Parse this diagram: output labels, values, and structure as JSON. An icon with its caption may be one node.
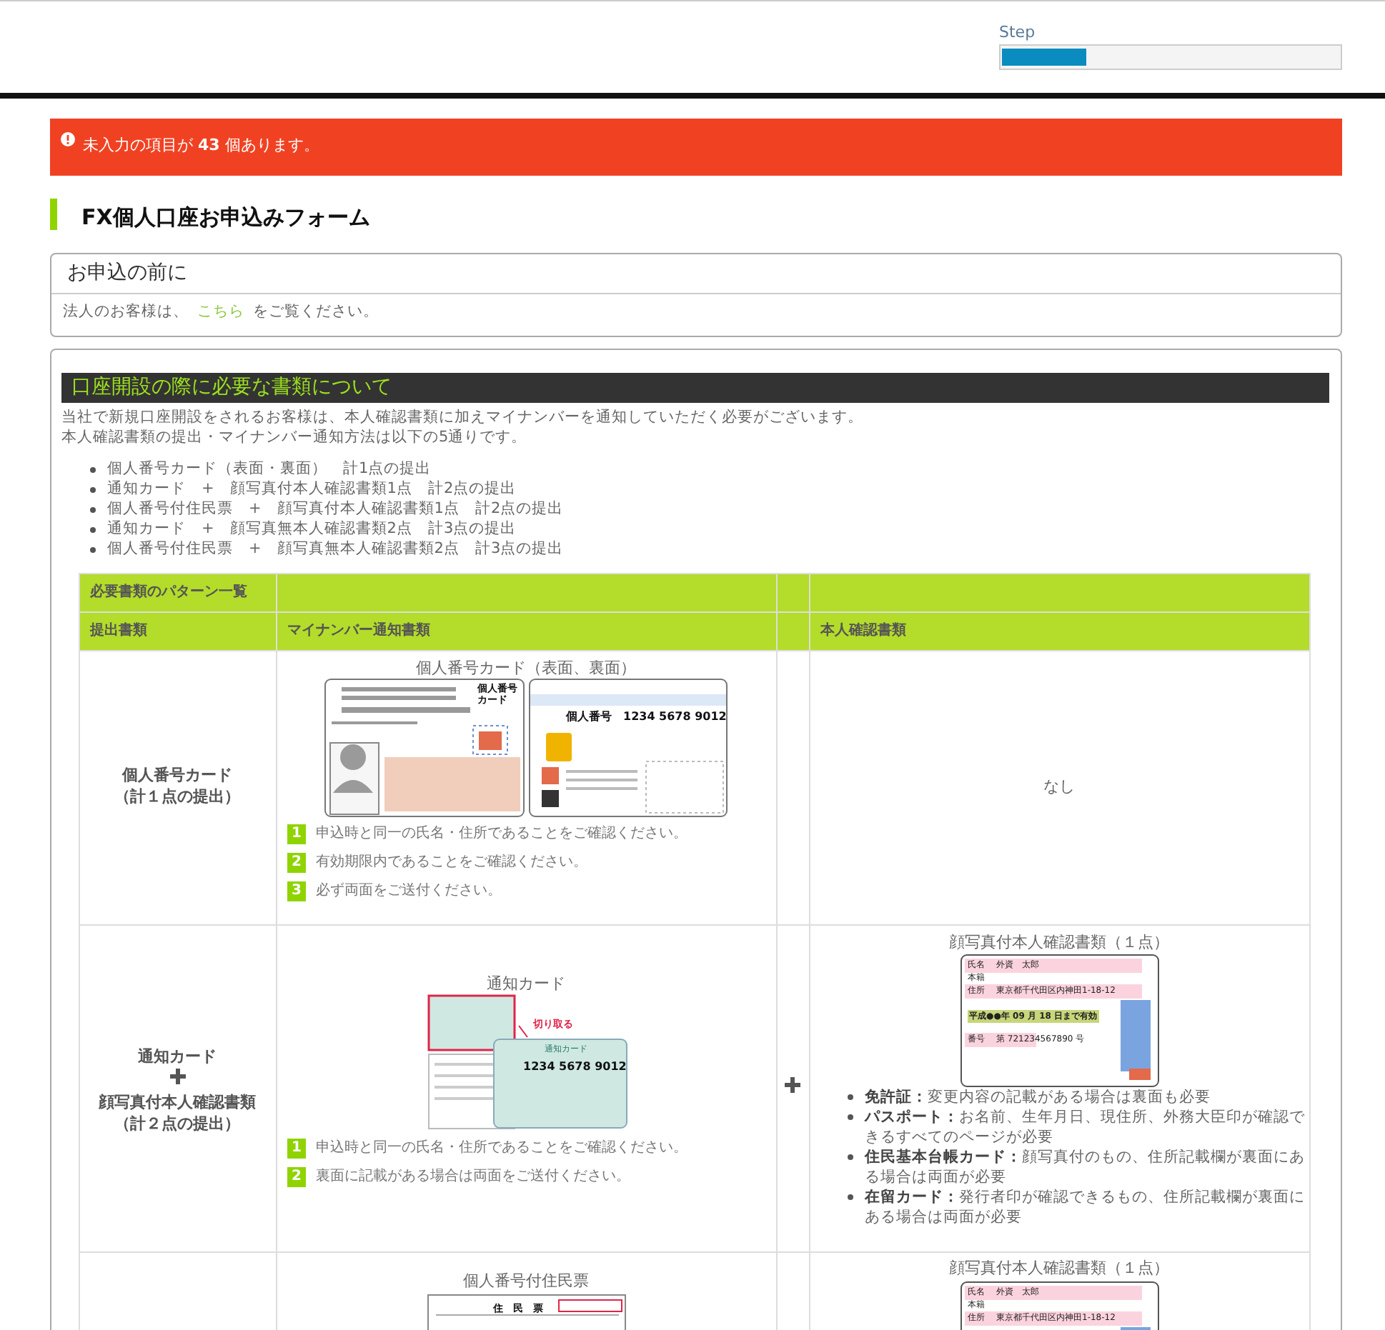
{
  "diagram": {
    "title": "FX個人口座お申込みフォーム",
    "labels": [
      "Step",
      "未入力の項目が **43** 個あります。",
      "お申込の前に",
      "法人のお客様は、",
      "こちら",
      "をご覧ください。",
      "口座開設の際に必要な書類について",
      "当社で新規口座開設をされるお客様は、本人確認書類に加えマイナンバーを通知していただく必要がございます。",
      "本人確認書類の提出・マイナンバー通知方法は以下の5通りです。",
      "個人番号カード（表面・裏面）　計1点の提出",
      "通知カード　+　顔写真付本人確認書類1点　計2点の提出",
      "個人番号付住民票　+　顔写真付本人確認書類1点　計2点の提出",
      "通知カード　+　顔写真無本人確認書類2点　計3点の提出",
      "個人番号付住民票　+　顔写真無本人確認書類2点　計3点の提出",
      "必要書類のパターン一覧",
      "提出書類",
      "マイナンバー通知書類",
      "本人確認書類",
      "個人番号カード",
      "（計１点の提出）",
      "個人番号カード（表面、裏面）",
      "個人番号カード",
      "個人番号　1234 5678 9012",
      "1",
      "申込時と同一の氏名・住所であることをご確認ください。",
      "2",
      "有効期限内であることをご確認ください。",
      "3",
      "必ず両面をご送付ください。",
      "なし",
      "通知カード",
      "顔写真付本人確認書類",
      "（計２点の提出）",
      "通知カード",
      "切り取る",
      "通知カード",
      "1234 5678 9012",
      "1",
      "申込時と同一の氏名・住所であることをご確認ください。",
      "2",
      "裏面に記載がある場合は両面をご送付ください。",
      "顔写真付本人確認書類（１点）",
      "氏名",
      "外資　太郎",
      "本籍",
      "住所",
      "東京都千代田区内神田1-18-12",
      "平成●●年 09 月 18 日まで有効",
      "番号",
      "第 721234567890 号",
      "**免許証：**変更内容の記載がある場合は裏面も必要",
      "**パスポート：**お名前、生年月日、現住所、外務大臣印が確認できるすべてのページが必要",
      "**住民基本台帳カード：**顔写真付のもの、住所記載欄が裏面にある場合は両面が必要",
      "**在留カード：**発行者印が確認できるもの、住所記載欄が裏面にある場合は両面が必要",
      "個人番号付住民票",
      "住　民　票",
      "顔写真付本人確認書類（１点）",
      "氏名",
      "外資　太郎",
      "本籍",
      "住所",
      "東京都千代田区内神田1-18-12"
    ]
  }
}
